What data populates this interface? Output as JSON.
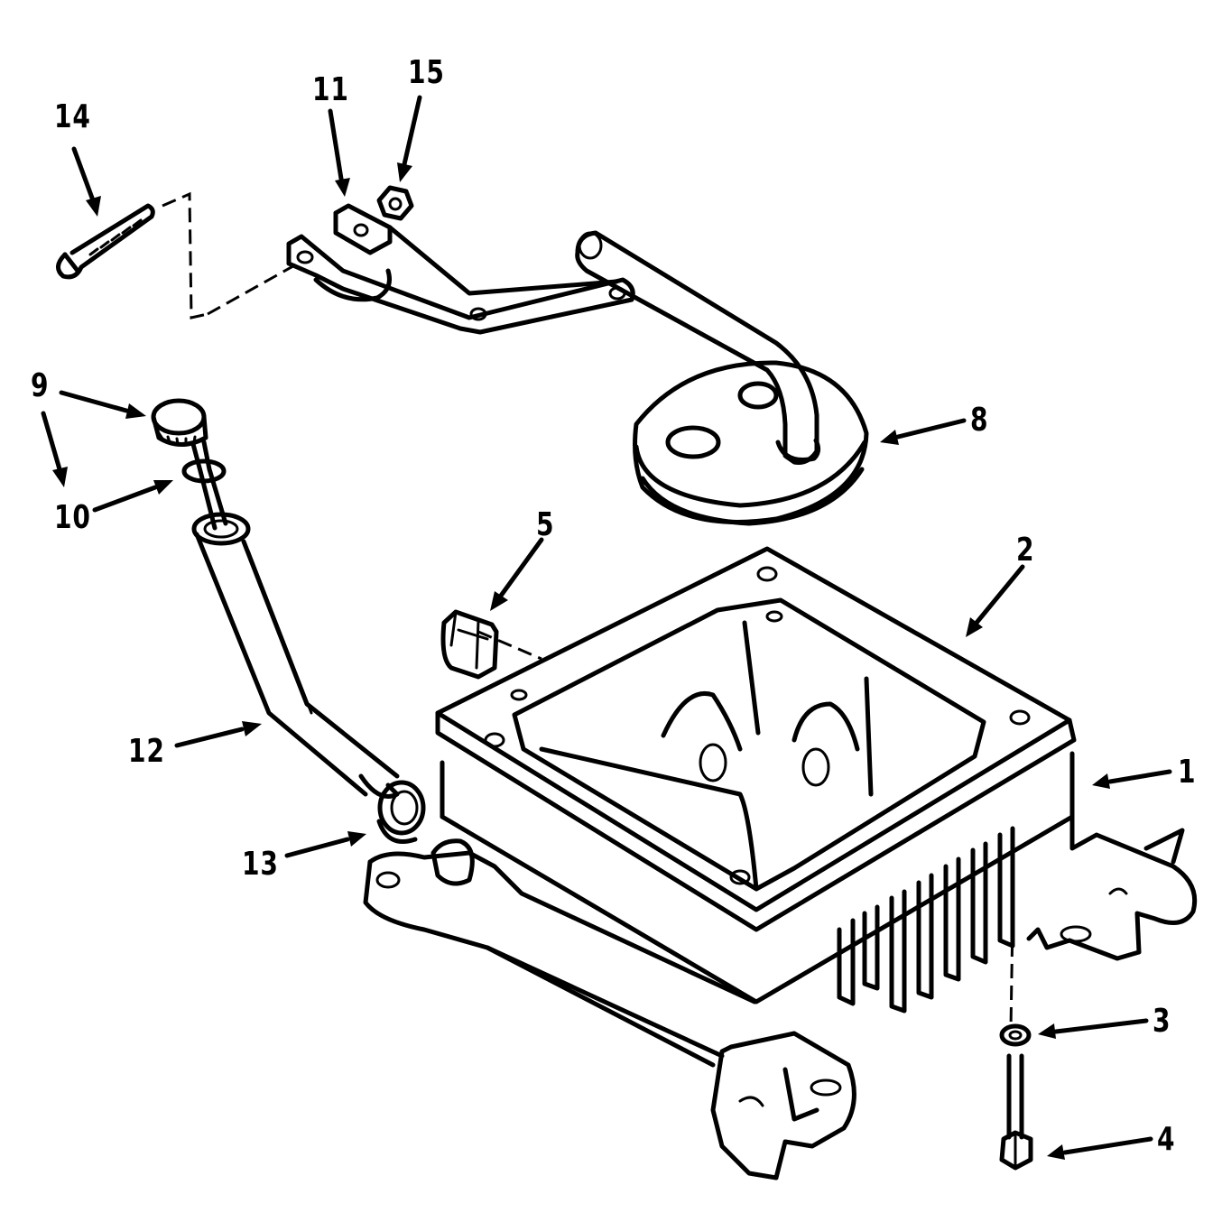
{
  "diagram": {
    "callouts": [
      {
        "id": "c1",
        "label": "1"
      },
      {
        "id": "c2",
        "label": "2"
      },
      {
        "id": "c3",
        "label": "3"
      },
      {
        "id": "c4",
        "label": "4"
      },
      {
        "id": "c5",
        "label": "5"
      },
      {
        "id": "c8",
        "label": "8"
      },
      {
        "id": "c9",
        "label": "9"
      },
      {
        "id": "c9b",
        "label": "9"
      },
      {
        "id": "c10",
        "label": "10"
      },
      {
        "id": "c11",
        "label": "11"
      },
      {
        "id": "c12",
        "label": "12"
      },
      {
        "id": "c13",
        "label": "13"
      },
      {
        "id": "c14",
        "label": "14"
      },
      {
        "id": "c15",
        "label": "15"
      }
    ]
  }
}
